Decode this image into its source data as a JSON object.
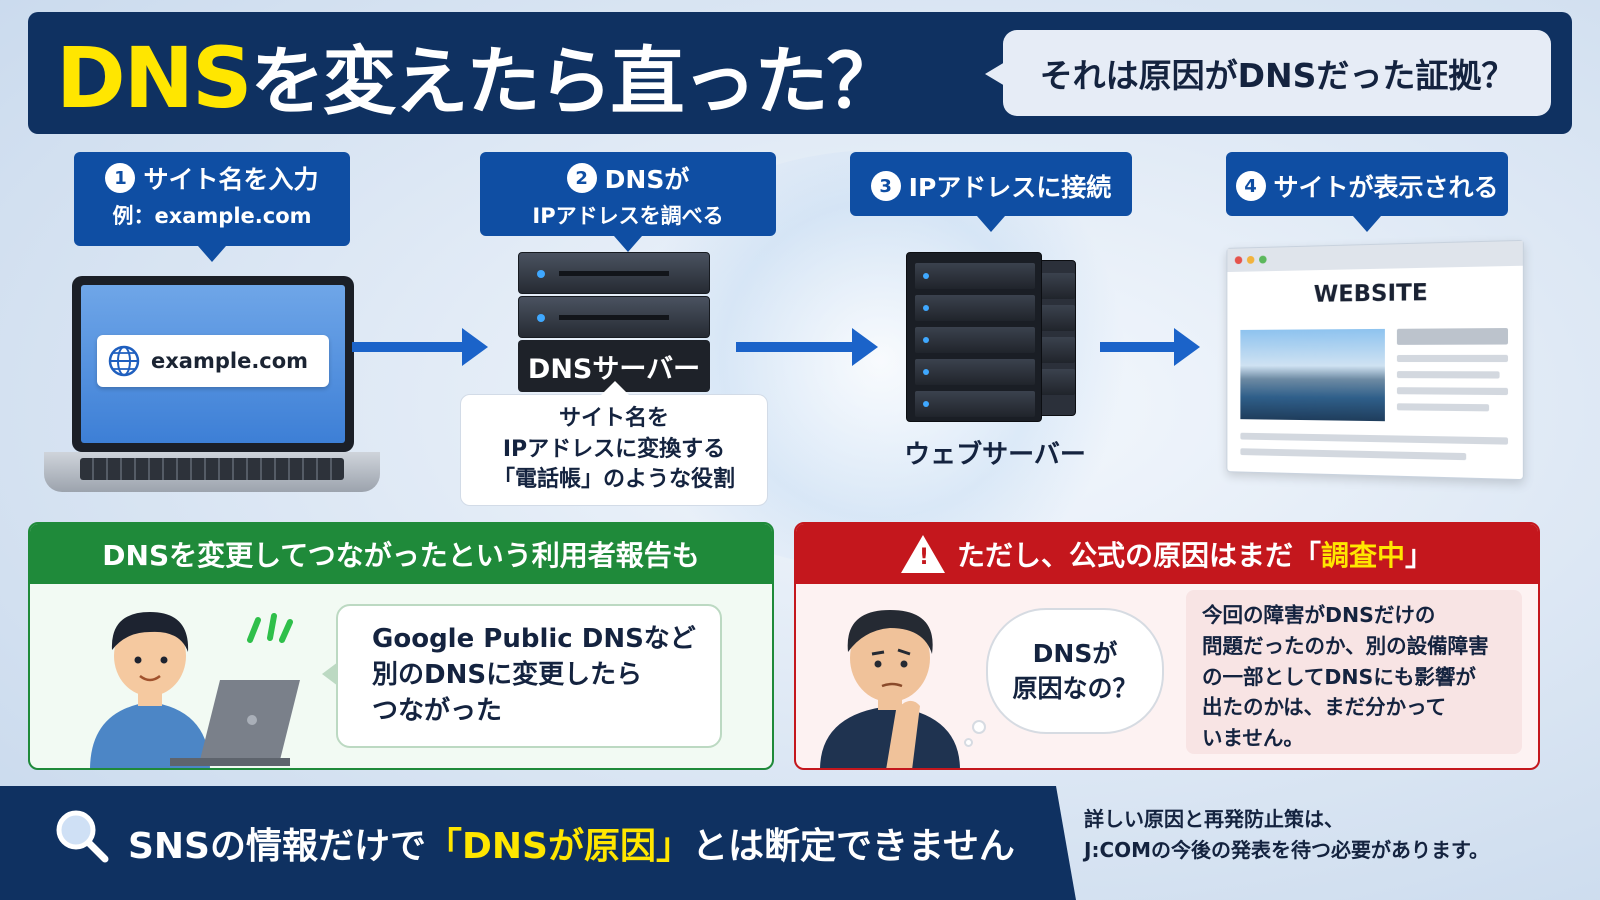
{
  "header": {
    "title_highlight": "DNS",
    "title_rest": "を変えたら直った？",
    "subtitle": "それは原因がDNSだった証拠？"
  },
  "steps": [
    {
      "num": "1",
      "title": "サイト名を入力",
      "sub": "例：example.com"
    },
    {
      "num": "2",
      "title": "DNSが",
      "sub": "IPアドレスを調べる"
    },
    {
      "num": "3",
      "title": "IPアドレスに接続"
    },
    {
      "num": "4",
      "title": "サイトが表示される"
    }
  ],
  "laptop": {
    "url": "example.com",
    "icon": "globe-icon"
  },
  "dns_server": {
    "label": "DNSサーバー",
    "note": [
      "サイト名を",
      "IPアドレスに変換する",
      "「電話帳」のような役割"
    ]
  },
  "web_server": {
    "label": "ウェブサーバー"
  },
  "website": {
    "title": "WEBSITE"
  },
  "left_panel": {
    "heading": "DNSを変更してつながったという利用者報告も",
    "quote": [
      "Google Public DNSなど",
      "別のDNSに変更したら",
      "つながった"
    ],
    "accent": "#1f8a3a"
  },
  "right_panel": {
    "heading_prefix": "ただし、公式の原因はまだ「",
    "heading_highlight": "調査中",
    "heading_suffix": "」",
    "thought": [
      "DNSが",
      "原因なの？"
    ],
    "note": [
      "今回の障害がDNSだけの",
      "問題だったのか、別の設備障害",
      "の一部としてDNSにも影響が",
      "出たのかは、まだ分かって",
      "いません。"
    ],
    "accent": "#c4171d"
  },
  "footer": {
    "prefix": "SNSの情報だけで",
    "highlight": "「DNSが原因」",
    "suffix": "とは断定できません",
    "note": [
      "詳しい原因と再発防止策は、",
      "J:COMの今後の発表を待つ必要があります。"
    ]
  },
  "colors": {
    "navy": "#0f3161",
    "blue": "#0f4ea3",
    "yellow": "#ffe600"
  }
}
